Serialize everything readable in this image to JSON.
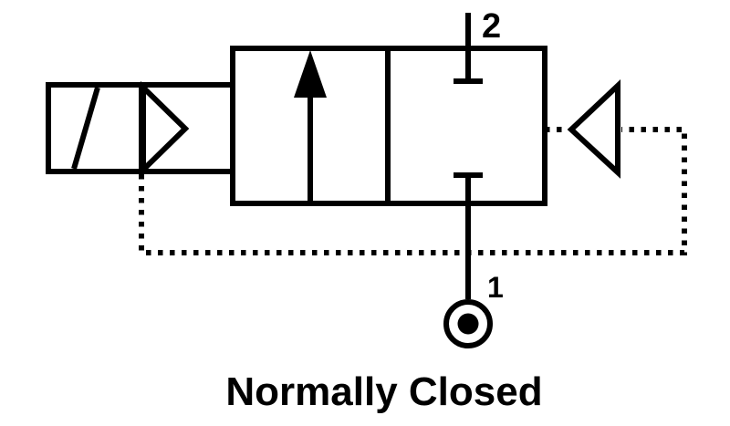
{
  "diagram": {
    "caption": "Normally Closed",
    "ports": {
      "top_label": "2",
      "bottom_label": "1"
    },
    "colors": {
      "line": "#000000",
      "background": "#ffffff"
    },
    "icons": [
      "solenoid-coil-icon",
      "solenoid-pilot-triangle-icon",
      "flow-arrow-icon",
      "blocked-port-top-icon",
      "blocked-port-bottom-icon",
      "pilot-return-triangle-icon",
      "pressure-source-circle-icon"
    ]
  }
}
